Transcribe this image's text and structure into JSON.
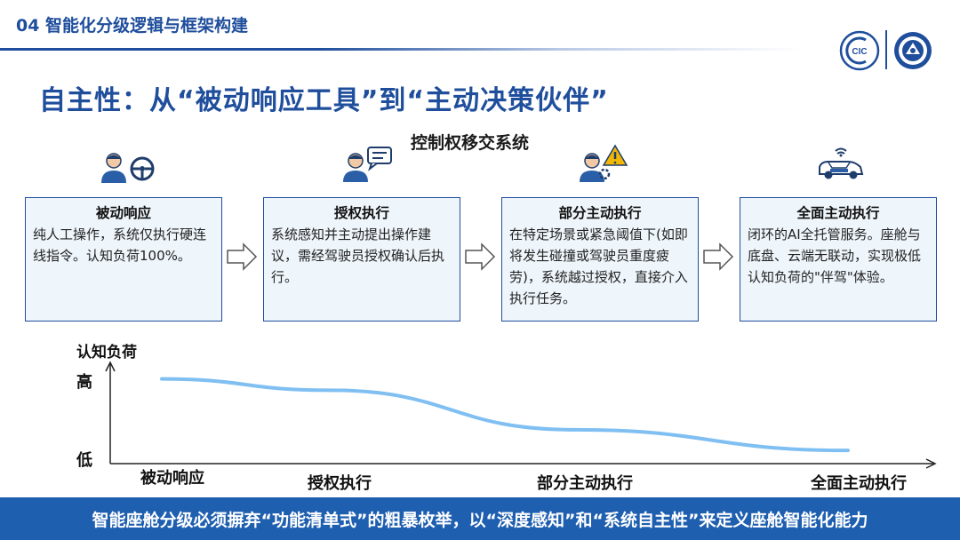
{
  "header": {
    "section_title": "04 智能化分级逻辑与框架构建",
    "logo_a_text": "CIC"
  },
  "main_title": "自主性：从“被动响应工具”到“主动决策伙伴”",
  "flow_title": "控制权移交系统",
  "stages": [
    {
      "title": "被动响应",
      "desc": "纯人工操作，系统仅执行硬连线指令。认知负荷100%。",
      "icon": "person-steering-wheel-icon"
    },
    {
      "title": "授权执行",
      "desc": "系统感知并主动提出操作建议，需经驾驶员授权确认后执行。",
      "icon": "person-speech-bubble-icon"
    },
    {
      "title": "部分主动执行",
      "desc": "在特定场景或紧急阈值下(如即将发生碰撞或驾驶员重度疲劳)，系统越过授权，直接介入执行任务。",
      "icon": "person-gear-warning-icon"
    },
    {
      "title": "全面主动执行",
      "desc": "闭环的AI全托管服务。座舱与底盘、云端无联动，实现极低认知负荷的\"伴驾\"体验。",
      "icon": "connected-car-icon"
    }
  ],
  "chart_data": {
    "type": "line",
    "title": "",
    "ylabel": "认知负荷",
    "xlabel": "",
    "y_tick_labels": [
      "高",
      "低"
    ],
    "categories": [
      "被动响应",
      "授权执行",
      "部分主动执行",
      "全面主动执行"
    ],
    "series": [
      {
        "values": [
          0.9,
          0.78,
          0.36,
          0.14
        ]
      }
    ],
    "ylim": [
      0,
      1
    ],
    "grid": false,
    "line_color": "#7fbff2"
  },
  "footer": {
    "text": "智能座舱分级必须摒弃“功能清单式”的粗暴枚举，以“深度感知”和“系统自主性”来定义座舱智能化能力"
  },
  "colors": {
    "brand_blue": "#1f4e9c",
    "footer_blue": "#1f5fb0",
    "box_fill": "#eef5fb",
    "warning_yellow": "#f2b705"
  }
}
